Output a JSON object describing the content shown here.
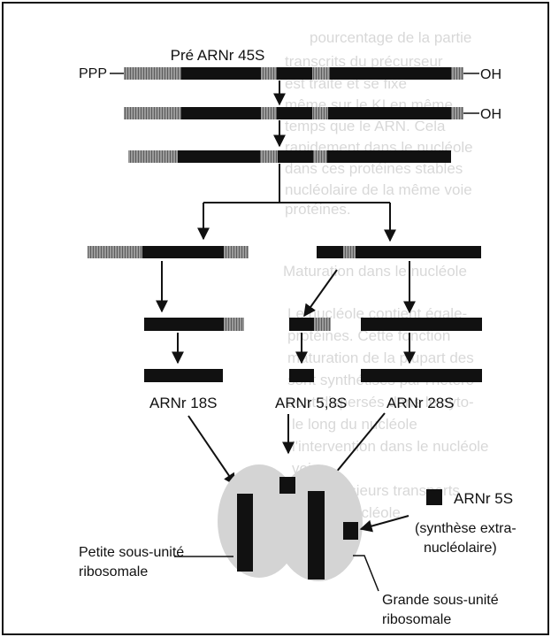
{
  "title": "Pré ARNr 45S",
  "labels": {
    "ppp": "PPP",
    "oh1": "OH",
    "oh2": "OH",
    "arnr18s": "ARNr 18S",
    "arnr58s": "ARNr 5,8S",
    "arnr28s": "ARNr 28S",
    "arnr5s": "ARNr 5S",
    "synthese_line1": "(synthèse extra-",
    "synthese_line2": "nucléolaire)",
    "petite_line1": "Petite sous-unité",
    "petite_line2": "ribosomale",
    "grande_line1": "Grande sous-unité",
    "grande_line2": "ribosomale"
  },
  "background_text": {
    "lines": [
      "pourcentage de la partie",
      "transcrits du précurseur",
      "est traité et se fixe",
      "même sur le KI en même",
      "temps que le ARN. Cela",
      "rapidement dans le nucléole",
      "dans ces protéines stables",
      "nucléolaire de la même voie",
      "protéines.",
      "Maturation dans le nucléole",
      "Le nucléole contient égale-",
      "protéines. Cette fonction",
      "maturation de la plupart des",
      "sont synthétisés par l'hétéro-",
      "sont dispersés dans le cyto-",
      "le long du nucléole",
      "l'intervention dans le nucléole",
      "voie",
      "dans plusieurs transports",
      "dans le nucléole"
    ]
  },
  "colors": {
    "segment_dark": "#111111",
    "segment_spacer": "#8a8a8a",
    "ribosome_fill": "#d4d4d4",
    "arrow": "#111111",
    "frame": "#111111"
  }
}
